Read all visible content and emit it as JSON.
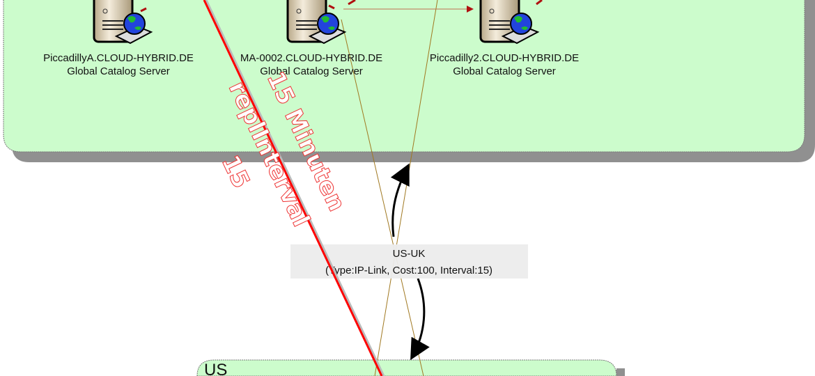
{
  "sites": {
    "top": {
      "fill": "#ccfccc"
    },
    "bottom": {
      "name": "US",
      "fill": "#ccfccc"
    }
  },
  "servers": [
    {
      "name": "PiccadillyA.CLOUD-HYBRID.DE",
      "role": "Global Catalog Server",
      "icon": "server-globe-icon"
    },
    {
      "name": "MA-0002.CLOUD-HYBRID.DE",
      "role": "Global Catalog Server",
      "icon": "server-globe-icon"
    },
    {
      "name": "Piccadilly2.CLOUD-HYBRID.DE",
      "role": "Global Catalog Server",
      "icon": "server-globe-icon"
    }
  ],
  "annotation": {
    "line1": "15 Minuten",
    "line2": "replInterval",
    "line3": "15",
    "color": "#ff0000"
  },
  "site_link": {
    "name": "US-UK",
    "details": "(Type:IP-Link, Cost:100, Interval:15)"
  },
  "colors": {
    "connection": "#a07820",
    "replication_arrow": "#b01010",
    "shadow": "#909090"
  }
}
